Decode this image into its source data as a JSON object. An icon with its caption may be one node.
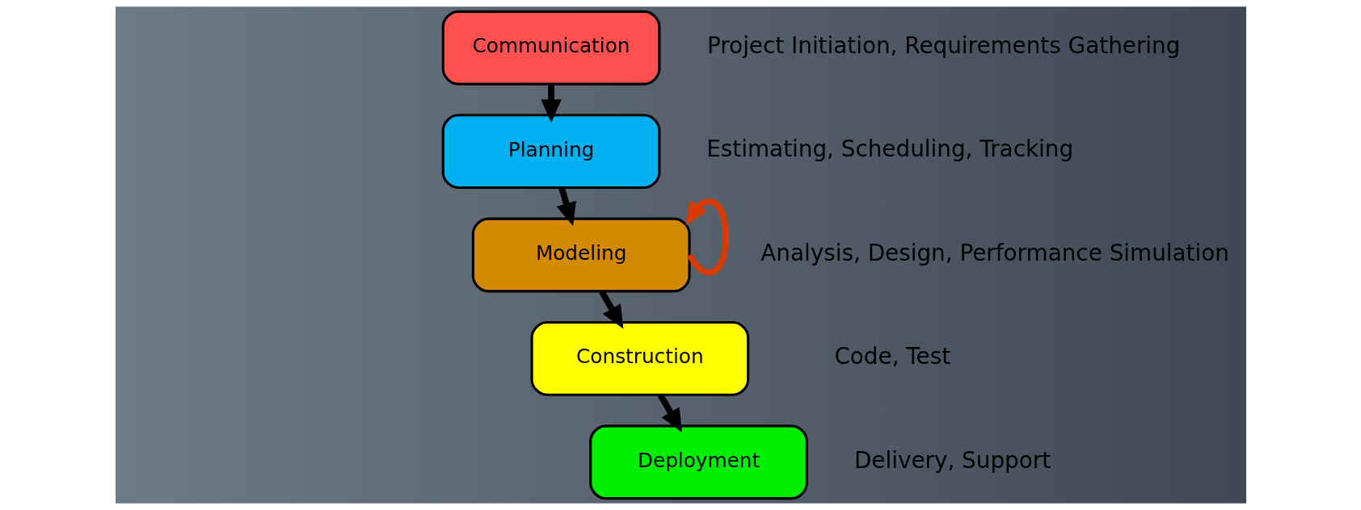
{
  "diagram": {
    "nodes": [
      {
        "text": [
          "Communication"
        ],
        "beside": [
          "Project Initiation, Requirements Gathering"
        ]
      },
      {
        "text": [
          "Planning"
        ],
        "beside": [
          "Estimating, Scheduling, Tracking"
        ]
      },
      {
        "text": [
          "Modeling"
        ],
        "beside": [
          "Analysis, Design, Performance Simulation"
        ]
      },
      {
        "text": [
          "Construction"
        ],
        "beside": [
          "Code, Test"
        ]
      },
      {
        "text": [
          "Deployment"
        ],
        "beside": [
          "Delivery, Support"
        ]
      }
    ],
    "edges": [
      {
        "from": 0,
        "to": 1,
        "arrow": "to"
      },
      {
        "from": 1,
        "to": 2,
        "arrow": "to"
      },
      {
        "from": 2,
        "to": 2,
        "arrow": "to",
        "color": "#d83b01"
      },
      {
        "from": 2,
        "to": 3,
        "arrow": "to"
      },
      {
        "from": 3,
        "to": 4,
        "arrow": "to"
      }
    ]
  }
}
